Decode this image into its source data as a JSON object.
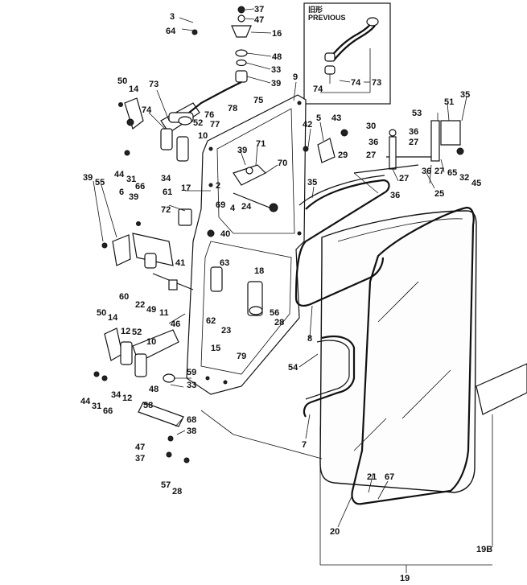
{
  "inset": {
    "title_line1": "旧形",
    "title_line2": "PREVIOUS",
    "labels": [
      "74",
      "74",
      "73"
    ]
  },
  "labels": [
    "3",
    "64",
    "37",
    "47",
    "16",
    "48",
    "33",
    "39",
    "73",
    "74",
    "50",
    "14",
    "52",
    "10",
    "77",
    "78",
    "76",
    "75",
    "9",
    "42",
    "5",
    "43",
    "29",
    "30",
    "36",
    "27",
    "53",
    "51",
    "35",
    "36",
    "27",
    "65",
    "32",
    "45",
    "27",
    "36",
    "27",
    "25",
    "36",
    "34",
    "44",
    "31",
    "66",
    "39",
    "71",
    "70",
    "2",
    "4",
    "24",
    "69",
    "40",
    "39",
    "55",
    "6",
    "39",
    "61",
    "17",
    "72",
    "35",
    "60",
    "22",
    "49",
    "11",
    "41",
    "63",
    "18",
    "62",
    "23",
    "15",
    "79",
    "56",
    "28",
    "50",
    "14",
    "12",
    "52",
    "10",
    "46",
    "59",
    "33",
    "48",
    "44",
    "31",
    "34",
    "12",
    "66",
    "58",
    "68",
    "38",
    "47",
    "37",
    "57",
    "28",
    "8",
    "54",
    "7",
    "21",
    "67",
    "20",
    "19B",
    "19"
  ]
}
